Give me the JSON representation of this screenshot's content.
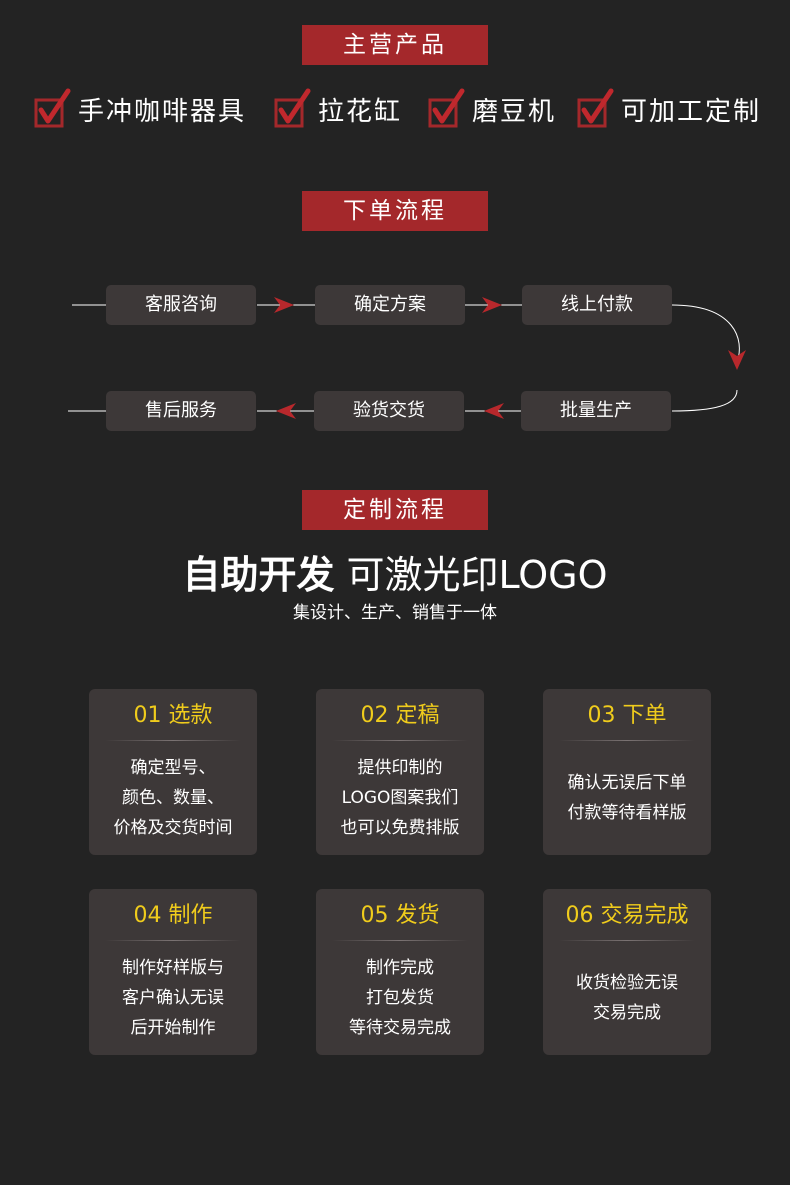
{
  "section_titles": {
    "products": "主营产品",
    "order_flow": "下单流程",
    "custom_flow": "定制流程"
  },
  "products": [
    {
      "label": "手冲咖啡器具",
      "icon": "checkmark-icon"
    },
    {
      "label": "拉花缸",
      "icon": "checkmark-icon"
    },
    {
      "label": "磨豆机",
      "icon": "checkmark-icon"
    },
    {
      "label": "可加工定制",
      "icon": "checkmark-icon"
    }
  ],
  "order_steps": [
    "客服咨询",
    "确定方案",
    "线上付款",
    "批量生产",
    "验货交货",
    "售后服务"
  ],
  "custom": {
    "headline_bold": "自助开发",
    "headline_light": "可激光印LOGO",
    "subline": "集设计、生产、销售于一体"
  },
  "steps": [
    {
      "title": "01 选款",
      "lines": [
        "确定型号、",
        "颜色、数量、",
        "价格及交货时间"
      ]
    },
    {
      "title": "02 定稿",
      "lines": [
        "提供印制的",
        "LOGO图案我们",
        "也可以免费排版"
      ]
    },
    {
      "title": "03 下单",
      "lines": [
        "确认无误后下单",
        "付款等待看样版"
      ]
    },
    {
      "title": "04 制作",
      "lines": [
        "制作好样版与",
        "客户确认无误",
        "后开始制作"
      ]
    },
    {
      "title": "05 发货",
      "lines": [
        "制作完成",
        "打包发货",
        "等待交易完成"
      ]
    },
    {
      "title": "06 交易完成",
      "lines": [
        "收货检验无误",
        "交易完成"
      ]
    }
  ],
  "colors": {
    "background": "#232323",
    "accent_red": "#a4282b",
    "card": "#3d3838",
    "highlight_yellow": "#f0cc1c"
  }
}
